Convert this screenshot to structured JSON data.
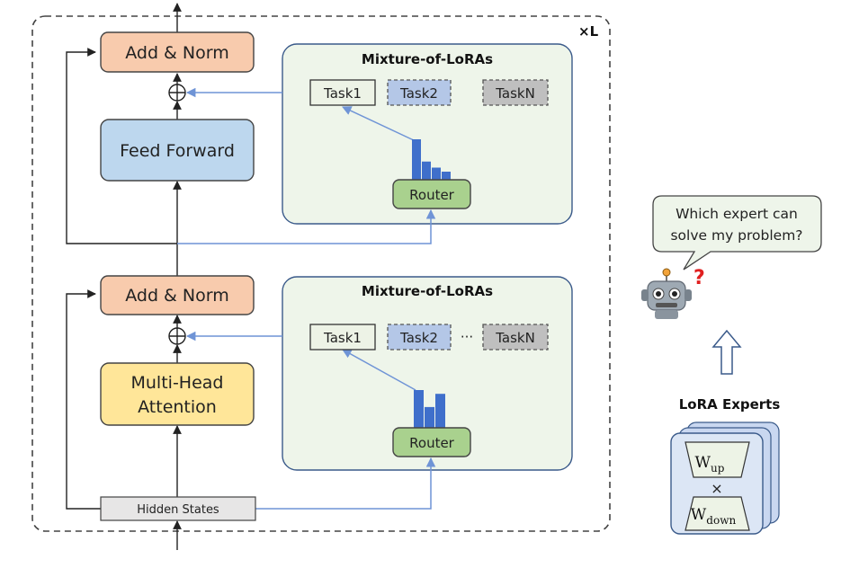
{
  "repeat_label": "×L",
  "blocks": {
    "add_norm_top": "Add & Norm",
    "feed_forward": "Feed Forward",
    "add_norm_bottom": "Add & Norm",
    "mha_line1": "Multi-Head",
    "mha_line2": "Attention",
    "hidden_states": "Hidden States"
  },
  "mol_top": {
    "title": "Mixture-of-LoRAs",
    "tasks": [
      "Task1",
      "Task2",
      "TaskN"
    ],
    "router": "Router",
    "bar_weights": [
      1.0,
      0.45,
      0.3,
      0.2
    ]
  },
  "mol_bottom": {
    "title": "Mixture-of-LoRAs",
    "tasks": [
      "Task1",
      "Task2",
      "TaskN"
    ],
    "ellipsis": "···",
    "router": "Router",
    "bar_weights": [
      1.0,
      0.55,
      0.9
    ]
  },
  "speech": {
    "line1": "Which expert can",
    "line2": "solve my problem?"
  },
  "question_mark": "?",
  "lora_experts": {
    "title": "LoRA Experts",
    "w_up": "W",
    "w_up_sub": "up",
    "times": "×",
    "w_down": "W",
    "w_down_sub": "down"
  },
  "colors": {
    "add_norm": "#F8CBAD",
    "feed_forward": "#BDD7EE",
    "attention": "#FFE699",
    "router": "#A9D18E",
    "mol_panel": "#EEF5EA",
    "task1": "#EDF3E6",
    "task2": "#B4C7E7",
    "taskN": "#BFBFBF",
    "bars": "#3F6FCB",
    "arrow_blue": "#6F94D6",
    "hidden": "#E7E6E6",
    "experts": "#C9D7F0"
  }
}
